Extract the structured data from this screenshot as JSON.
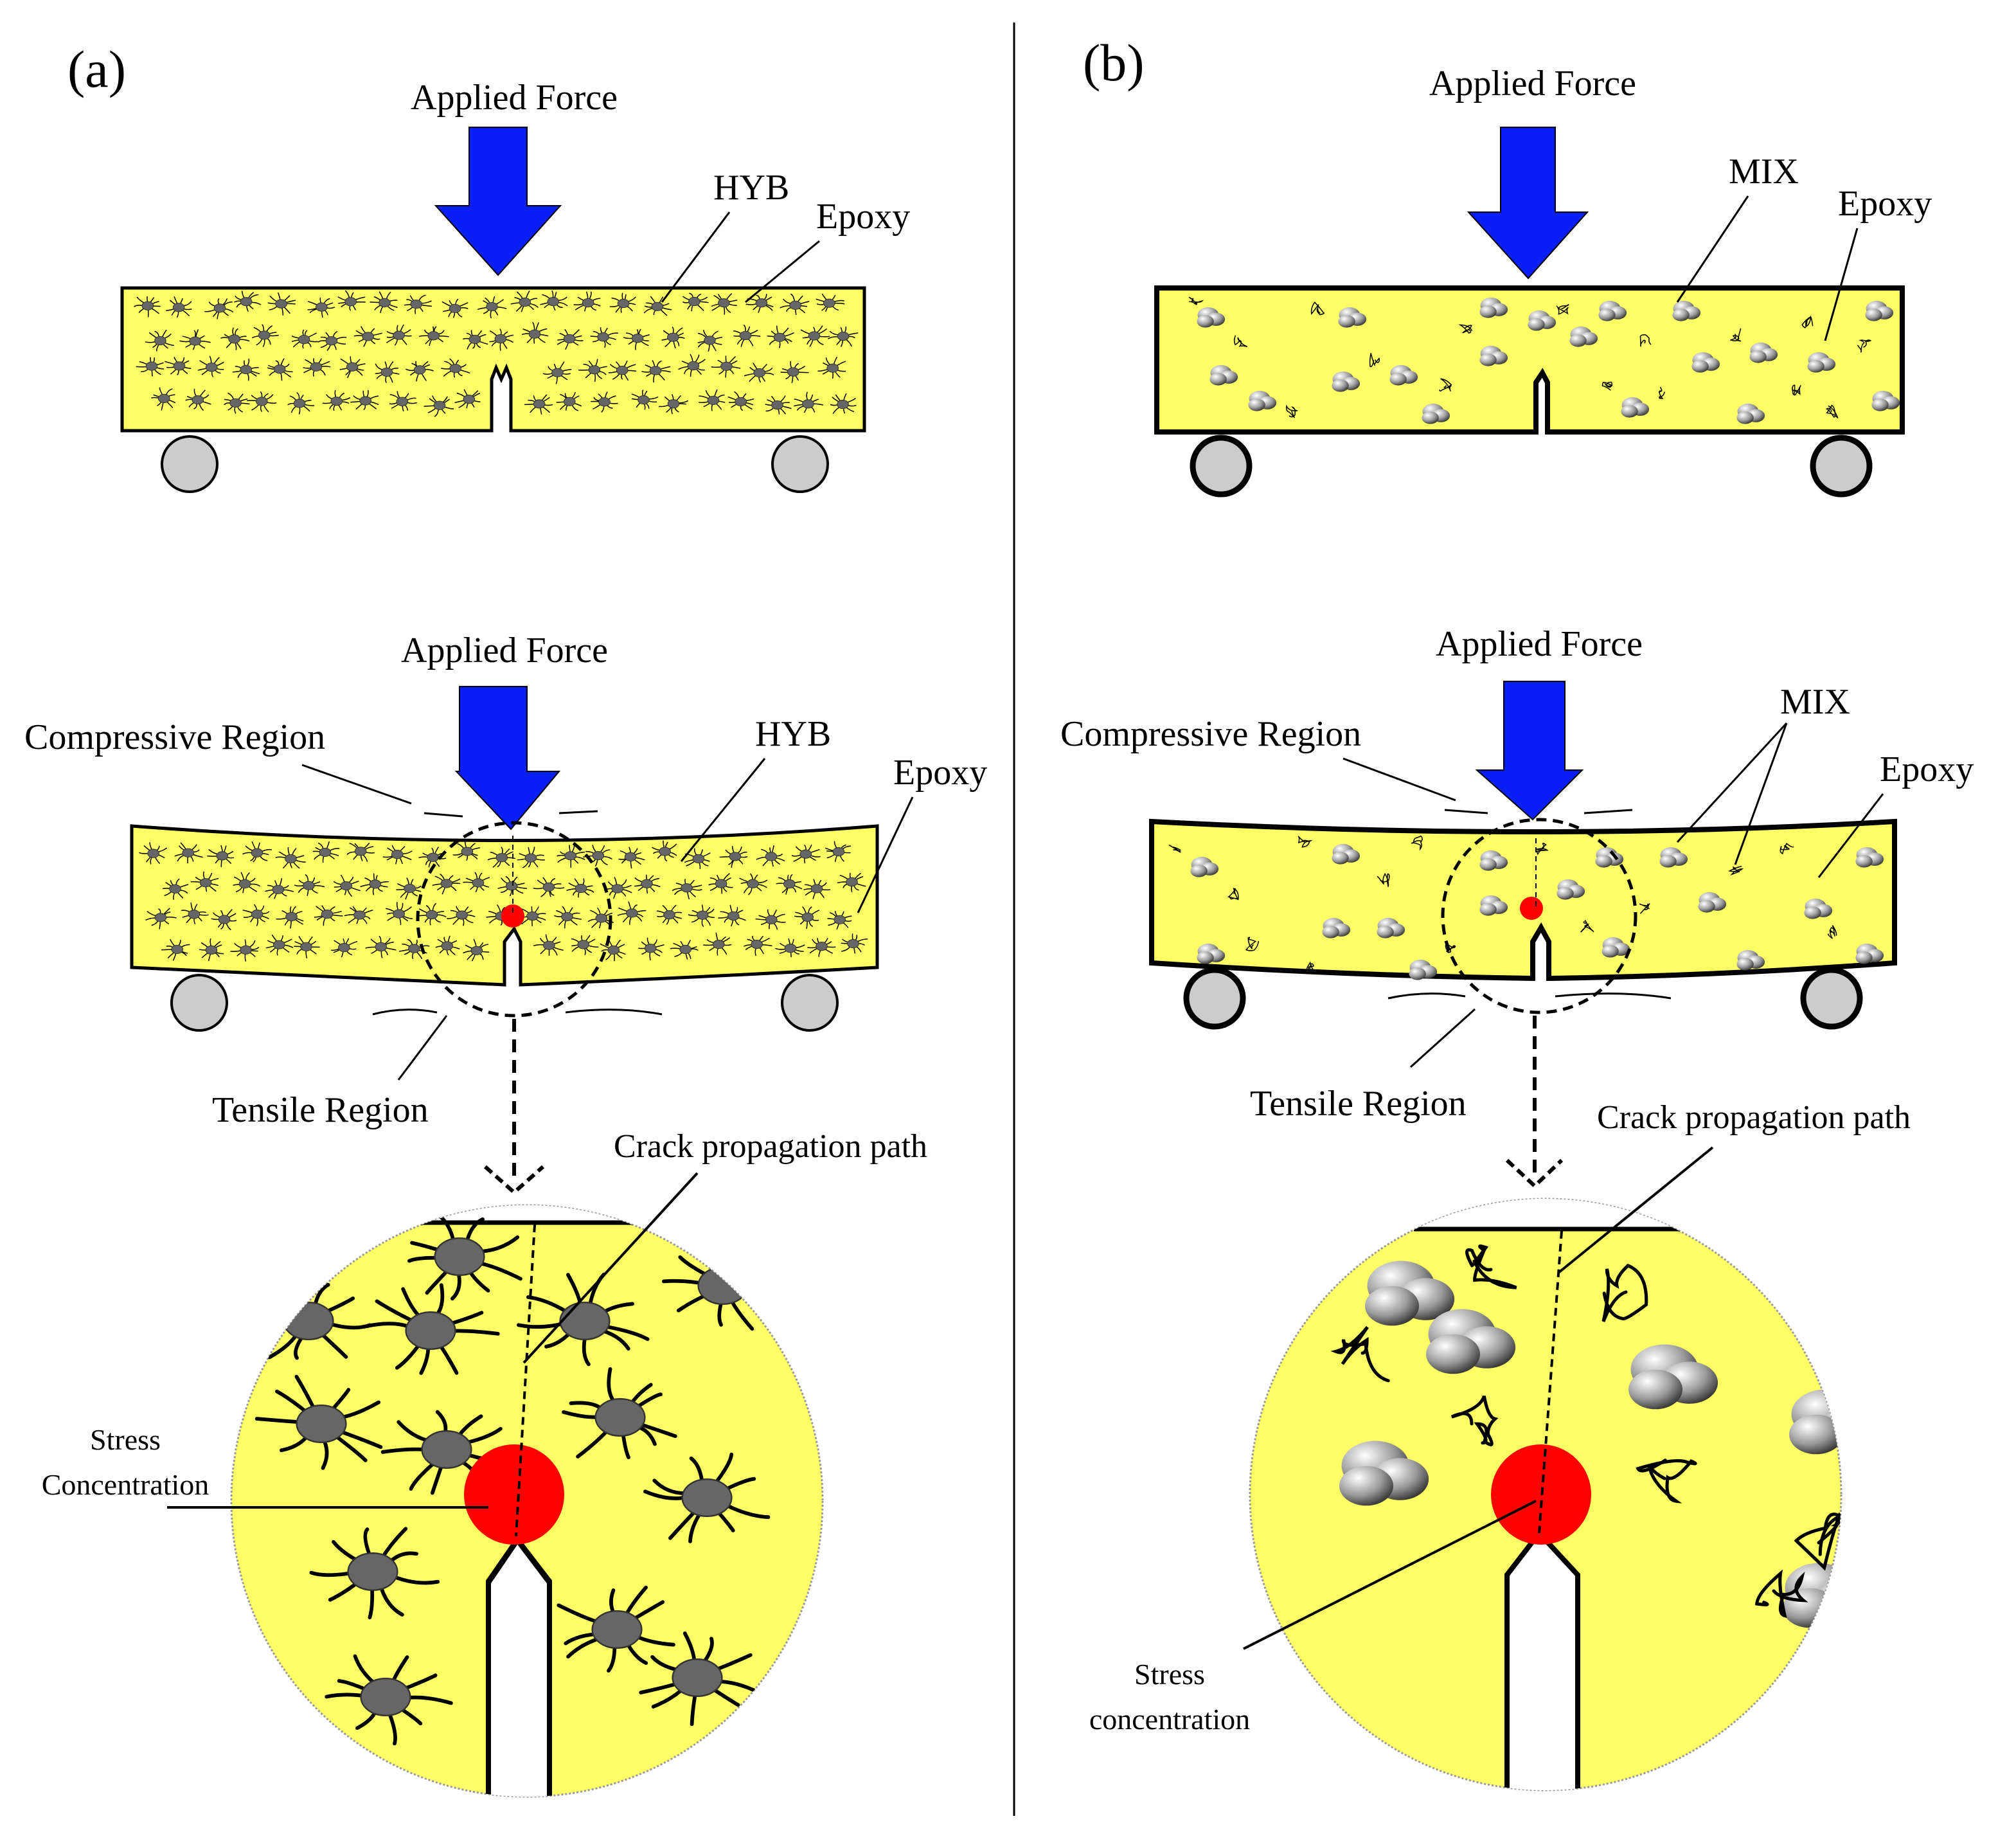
{
  "panels": {
    "a": {
      "tag": "(a)",
      "top": {
        "force": "Applied Force",
        "particle": "HYB",
        "matrix": "Epoxy"
      },
      "bottom": {
        "force": "Applied Force",
        "compressive": "Compressive Region",
        "particle": "HYB",
        "matrix": "Epoxy",
        "tensile": "Tensile Region",
        "crack": "Crack propagation path",
        "stress_line1": "Stress",
        "stress_line2": "Concentration"
      }
    },
    "b": {
      "tag": "(b)",
      "top": {
        "force": "Applied Force",
        "particle": "MIX",
        "matrix": "Epoxy"
      },
      "bottom": {
        "force": "Applied Force",
        "compressive": "Compressive Region",
        "particle": "MIX",
        "matrix": "Epoxy",
        "tensile": "Tensile Region",
        "crack": "Crack propagation path",
        "stress_line1": "Stress",
        "stress_line2": "concentration"
      }
    }
  },
  "colors": {
    "beam_fill": "#FFFF66",
    "arrow": "#0A1FF5",
    "stress": "#FF0000",
    "support": "#CCCCCC",
    "particle_hyb": "#666666",
    "particle_mix": "#BBBBBB"
  }
}
